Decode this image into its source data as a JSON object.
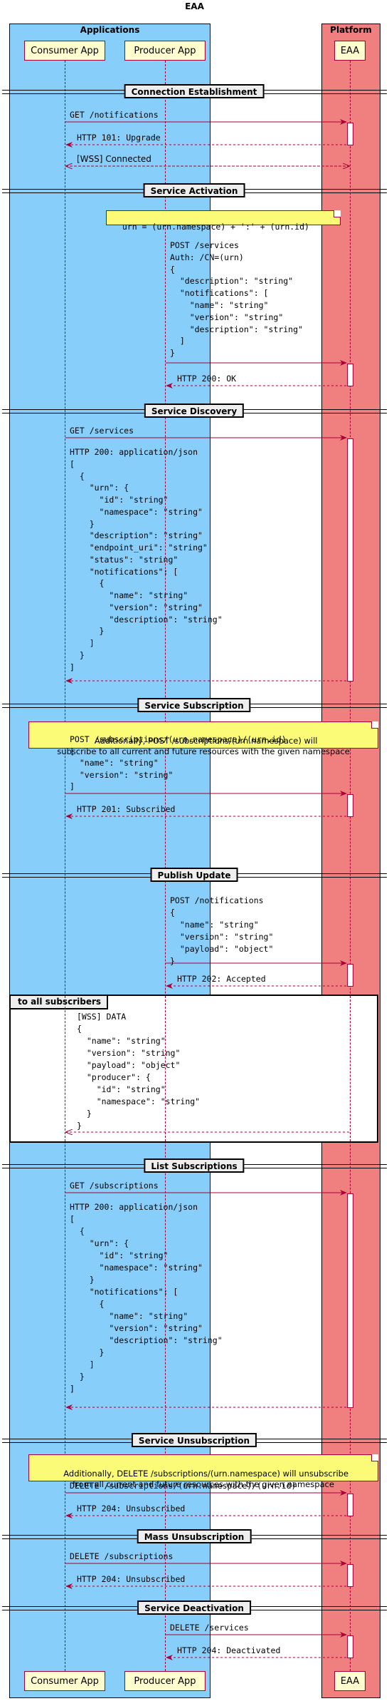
{
  "title": "EAA",
  "boxes": [
    {
      "label": "Applications",
      "color": "#87cefa"
    },
    {
      "label": "Platform",
      "color": "#f08080"
    }
  ],
  "participants": [
    {
      "label": "Consumer App"
    },
    {
      "label": "Producer App"
    },
    {
      "label": "EAA"
    }
  ],
  "sections": [
    {
      "label": "Connection Establishment"
    },
    {
      "label": "Service Activation"
    },
    {
      "label": "Service Discovery"
    },
    {
      "label": "Service Subscription"
    },
    {
      "label": "Publish Update"
    },
    {
      "label": "List Subscriptions"
    },
    {
      "label": "Service Unsubscription"
    },
    {
      "label": "Mass Unsubscription"
    },
    {
      "label": "Service Deactivation"
    }
  ],
  "notes": [
    {
      "text": "urn = (urn.namespace) + ':' + (urn.id)"
    },
    {
      "text": "Additionally, POST /subscriptions/(urn.namespace) will\nsubscribe to all current and future resources with the given namespace"
    },
    {
      "text": "Additionally, DELETE /subscriptions/(urn.namespace) will unsubscribe\nfrom all current and future resources with the given namespace"
    }
  ],
  "group": {
    "label": "to all subscribers"
  },
  "messages": [
    {
      "text": "GET /notifications"
    },
    {
      "text": "HTTP 101: Upgrade"
    },
    {
      "text": "[WSS] Connected"
    },
    {
      "text": "POST /services\nAuth: /CN=(urn)\n{\n  \"description\": \"string\"\n  \"notifications\": [\n    \"name\": \"string\"\n    \"version\": \"string\"\n    \"description\": \"string\"\n  ]\n}"
    },
    {
      "text": "HTTP 200: OK"
    },
    {
      "text": "GET /services"
    },
    {
      "text": "HTTP 200: application/json\n[\n  {\n    \"urn\": {\n      \"id\": \"string\"\n      \"namespace\": \"string\"\n    }\n    \"description\": \"string\"\n    \"endpoint_uri\": \"string\"\n    \"status\": \"string\"\n    \"notifications\": [\n      {\n        \"name\": \"string\"\n        \"version\": \"string\"\n        \"description\": \"string\"\n      }\n    ]\n  }\n]"
    },
    {
      "text": "POST /subscriptions/(urn.namespace)/(urn.id)\n[\n  \"name\": \"string\"\n  \"version\": \"string\"\n]"
    },
    {
      "text": "HTTP 201: Subscribed"
    },
    {
      "text": "POST /notifications\n{\n  \"name\": \"string\"\n  \"version\": \"string\"\n  \"payload\": \"object\"\n}"
    },
    {
      "text": "HTTP 202: Accepted"
    },
    {
      "text": "[WSS] DATA\n{\n  \"name\": \"string\"\n  \"version\": \"string\"\n  \"payload\": \"object\"\n  \"producer\": {\n    \"id\": \"string\"\n    \"namespace\": \"string\"\n  }\n}"
    },
    {
      "text": "GET /subscriptions"
    },
    {
      "text": "HTTP 200: application/json\n[\n  {\n    \"urn\": {\n      \"id\": \"string\"\n      \"namespace\": \"string\"\n    }\n    \"notifications\": [\n      {\n        \"name\": \"string\"\n        \"version\": \"string\"\n        \"description\": \"string\"\n      }\n    ]\n  }\n]"
    },
    {
      "text": "DELETE /subscriptions/(urn.namespace)/(urn.id)"
    },
    {
      "text": "HTTP 204: Unsubscribed"
    },
    {
      "text": "DELETE /subscriptions"
    },
    {
      "text": "HTTP 204: Unsubscribed"
    },
    {
      "text": "DELETE /services"
    },
    {
      "text": "HTTP 204: Deactivated"
    }
  ]
}
